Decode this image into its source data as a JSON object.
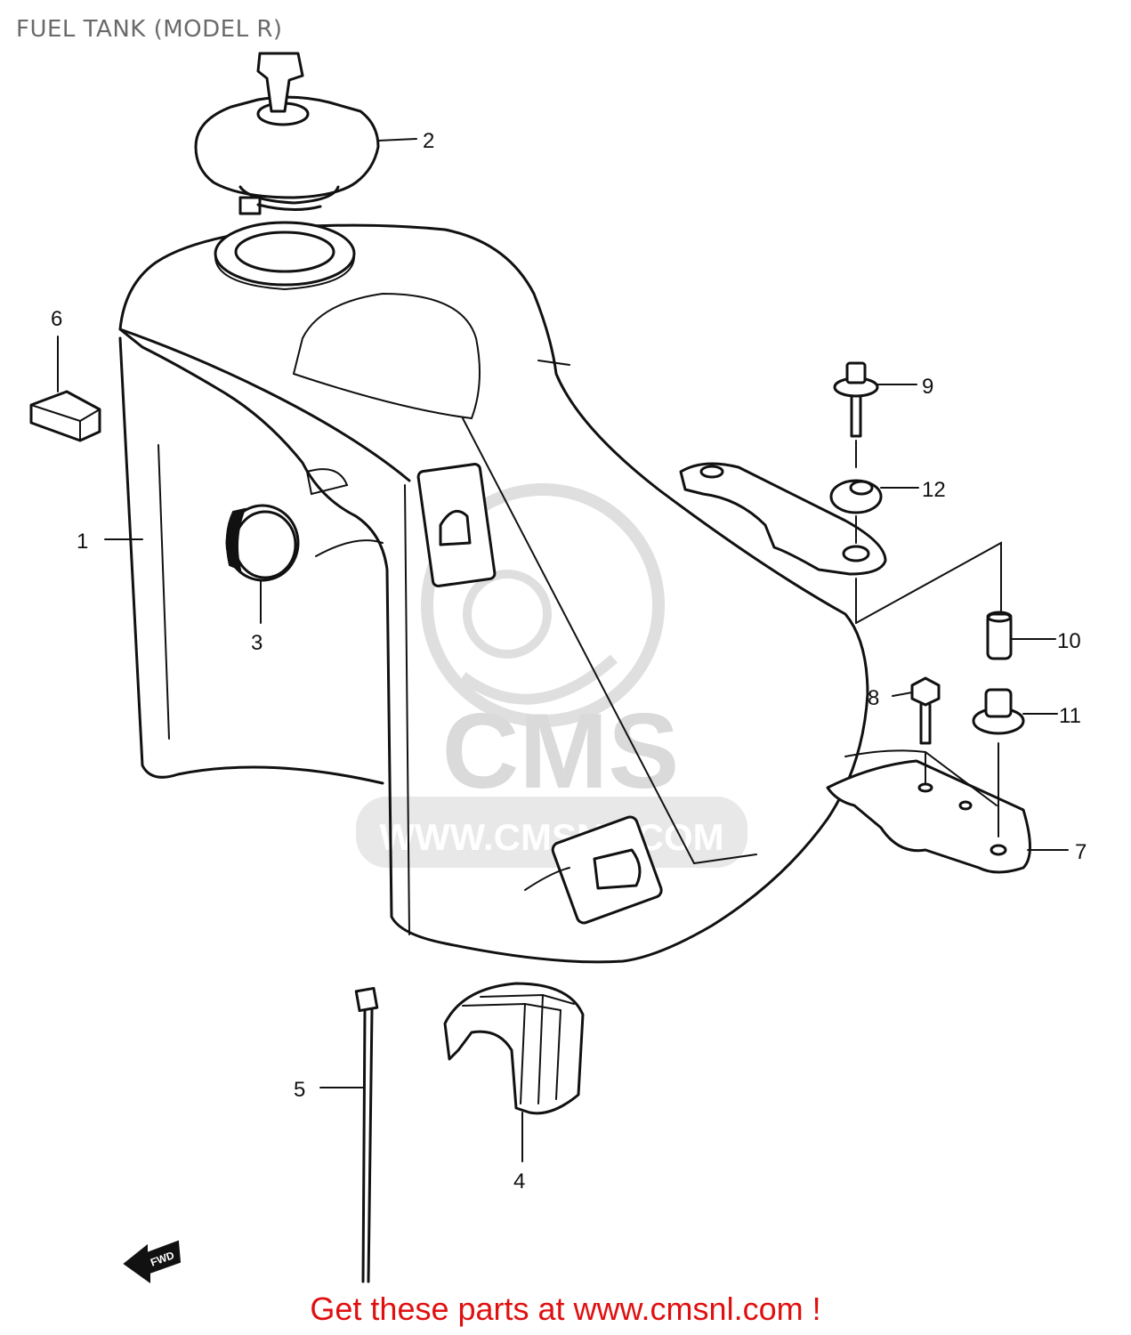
{
  "title": "FUEL TANK (MODEL R)",
  "footer": "Get these parts at www.cmsnl.com !",
  "watermark": {
    "brand": "CMS",
    "url": "WWW.CMSNL.COM",
    "color": "#d8d8d8"
  },
  "direction_arrow": {
    "label": "FWD"
  },
  "parts": [
    {
      "number": "1"
    },
    {
      "number": "2"
    },
    {
      "number": "3"
    },
    {
      "number": "4"
    },
    {
      "number": "5"
    },
    {
      "number": "6"
    },
    {
      "number": "7"
    },
    {
      "number": "8"
    },
    {
      "number": "9"
    },
    {
      "number": "10"
    },
    {
      "number": "11"
    },
    {
      "number": "12"
    }
  ],
  "colors": {
    "line": "#111111",
    "footer_text": "#e01010",
    "title_text": "#6a6a6a"
  }
}
